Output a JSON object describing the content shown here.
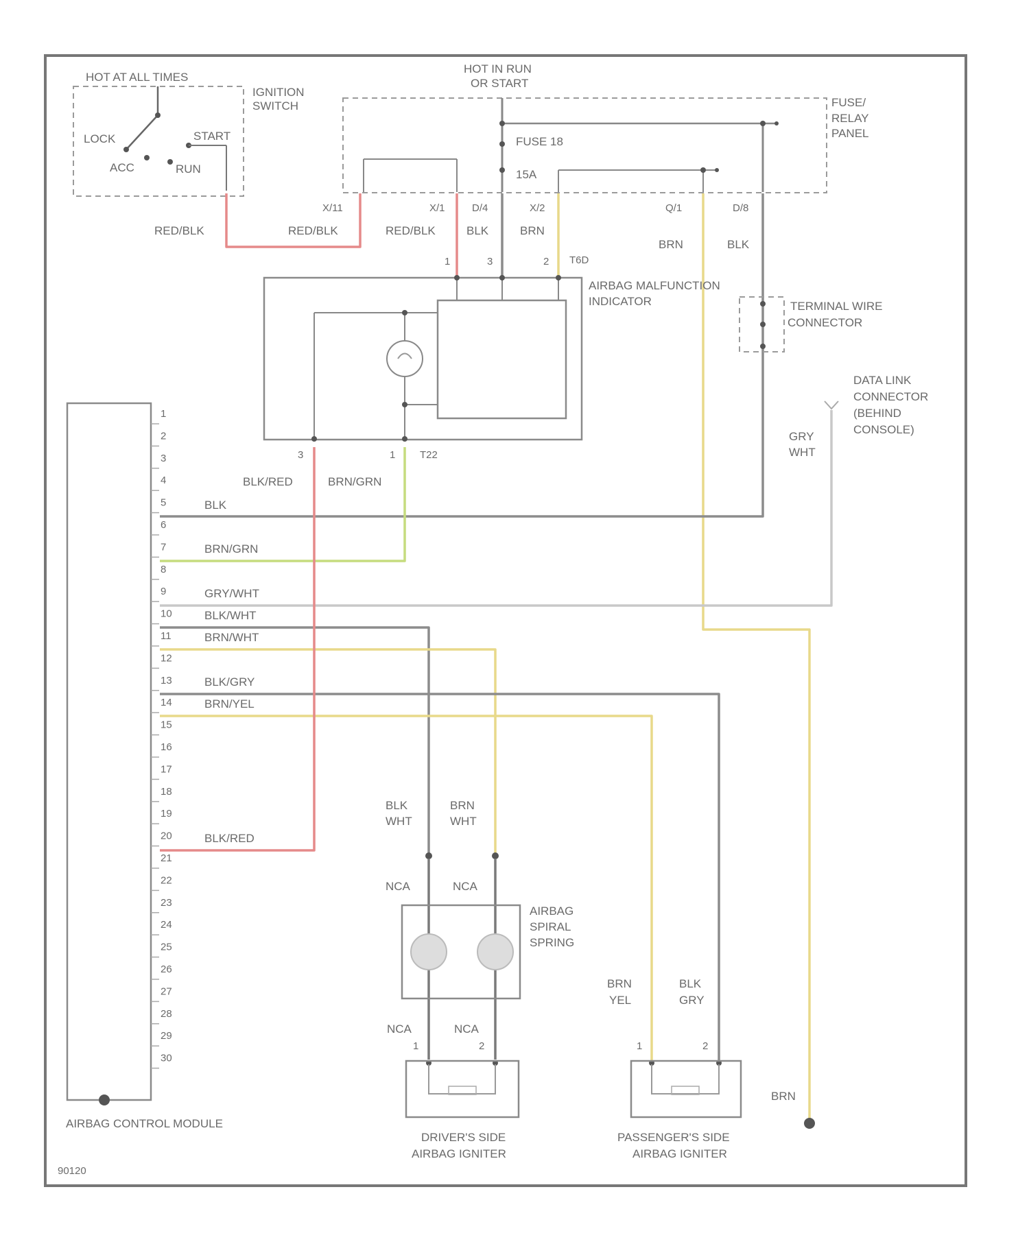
{
  "colors": {
    "red": "#e58a8a",
    "gray": "#8c8c8c",
    "yellow": "#e8d98a",
    "green": "#c6dc7e",
    "lightgray": "#c8c8c8",
    "frame": "#777777"
  },
  "top": {
    "hot_at_all_times": "HOT AT ALL TIMES",
    "hot_in_run": "HOT IN RUN",
    "or_start": "OR START",
    "ignition_switch_1": "IGNITION",
    "ignition_switch_2": "SWITCH",
    "lock": "LOCK",
    "acc": "ACC",
    "run": "RUN",
    "start": "START",
    "fuse_relay_1": "FUSE/",
    "fuse_relay_2": "RELAY",
    "fuse_relay_3": "PANEL",
    "fuse": "FUSE 18",
    "fuse_amp": "15A",
    "terminals": [
      "X/11",
      "X/1",
      "D/4",
      "X/2",
      "Q/1",
      "D/8"
    ]
  },
  "wires": {
    "red_blk_1": "RED/BLK",
    "red_blk_2": "RED/BLK",
    "red_blk_3": "RED/BLK",
    "blk_1": "BLK",
    "brn_1": "BRN",
    "brn_2": "BRN",
    "blk_2": "BLK",
    "blk_red_1": "BLK/RED",
    "brn_grn_1": "BRN/GRN",
    "gry_1": "GRY",
    "wht_1": "WHT"
  },
  "indicator": {
    "label_1": "AIRBAG MALFUNCTION",
    "label_2": "INDICATOR",
    "t_top": "T6D",
    "t_bottom": "T22",
    "pins_top": [
      "1",
      "3",
      "2"
    ],
    "pins_bottom": [
      "3",
      "1"
    ]
  },
  "terminal_connector": {
    "label_1": "TERMINAL WIRE",
    "label_2": "CONNECTOR"
  },
  "dlc": {
    "label_1": "DATA LINK",
    "label_2": "CONNECTOR",
    "label_3": "(BEHIND",
    "label_4": "CONSOLE)"
  },
  "module": {
    "label": "AIRBAG CONTROL MODULE",
    "pins": [
      "1",
      "2",
      "3",
      "4",
      "5",
      "6",
      "7",
      "8",
      "9",
      "10",
      "11",
      "12",
      "13",
      "14",
      "15",
      "16",
      "17",
      "18",
      "19",
      "20",
      "21",
      "22",
      "23",
      "24",
      "25",
      "26",
      "27",
      "28",
      "29",
      "30"
    ],
    "wire_labels": {
      "p5": "BLK",
      "p7": "BRN/GRN",
      "p9": "GRY/WHT",
      "p10": "BLK/WHT",
      "p11": "BRN/WHT",
      "p13": "BLK/GRY",
      "p14": "BRN/YEL",
      "p20": "BLK/RED"
    }
  },
  "spiral": {
    "label_1": "AIRBAG",
    "label_2": "SPIRAL",
    "label_3": "SPRING",
    "blk_wht_1": "BLK",
    "blk_wht_2": "WHT",
    "brn_wht_1": "BRN",
    "brn_wht_2": "WHT",
    "nca": "NCA"
  },
  "driver": {
    "label_1": "DRIVER'S SIDE",
    "label_2": "AIRBAG IGNITER",
    "pin1": "1",
    "pin2": "2"
  },
  "passenger": {
    "label_1": "PASSENGER'S SIDE",
    "label_2": "AIRBAG IGNITER",
    "brn_yel_1": "BRN",
    "brn_yel_2": "YEL",
    "blk_gry_1": "BLK",
    "blk_gry_2": "GRY",
    "pin1": "1",
    "pin2": "2"
  },
  "ground": {
    "brn": "BRN"
  },
  "footer": {
    "code": "90120"
  }
}
